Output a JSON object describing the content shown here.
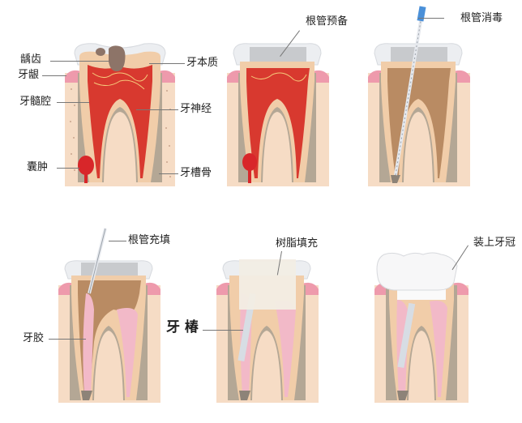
{
  "diagram": {
    "title": "",
    "colors": {
      "bone": "#f6dcc5",
      "bone_dots": "#c9a58e",
      "bone_border": "#b4a795",
      "gum": "#ee9aac",
      "dentin": "#f1cda9",
      "pulp_infected": "#d8392f",
      "canal_cleaned": "#b98b63",
      "gutta_percha": "#f2b9c8",
      "enamel": "#e9ebee",
      "metal_filling": "#c8cacd",
      "resin": "#f2ede4",
      "crown": "#f7f7f8",
      "file_handle": "#4a90d9"
    },
    "panels": [
      {
        "step": 1,
        "name": "diseased-tooth",
        "labels": {
          "caries": "龋齿",
          "gum": "牙龈",
          "pulp_chamber": "牙髓腔",
          "cyst": "囊肿",
          "dentin": "牙本质",
          "nerve": "牙神经",
          "alveolar_bone": "牙槽骨"
        }
      },
      {
        "step": 2,
        "name": "root-canal-preparation",
        "labels": {
          "title": "根管预备"
        }
      },
      {
        "step": 3,
        "name": "root-canal-disinfection",
        "labels": {
          "title": "根管消毒"
        }
      },
      {
        "step": 4,
        "name": "root-canal-filling",
        "labels": {
          "title": "根管充填",
          "gutta_percha": "牙胶"
        }
      },
      {
        "step": 5,
        "name": "resin-filling",
        "labels": {
          "title": "树脂填充",
          "post": "牙 椿"
        }
      },
      {
        "step": 6,
        "name": "crown-placement",
        "labels": {
          "title": "装上牙冠"
        }
      }
    ]
  }
}
